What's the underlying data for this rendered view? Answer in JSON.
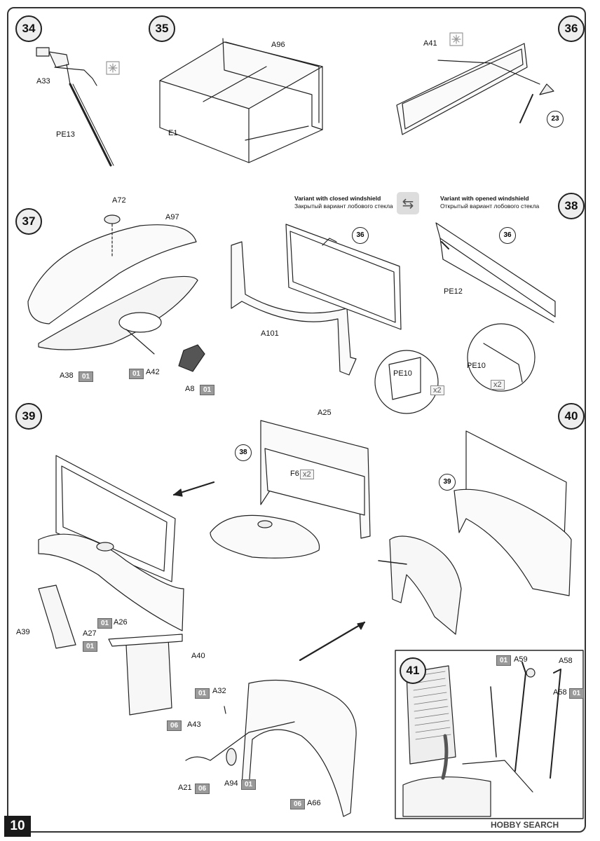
{
  "page_number": "10",
  "watermark": "HOBBY SEARCH",
  "steps": [
    "34",
    "35",
    "36",
    "37",
    "38",
    "39",
    "40",
    "41"
  ],
  "variant_closed": {
    "en": "Variant with closed windshield",
    "ru": "Закрытый вариант лобового стекла"
  },
  "variant_opened": {
    "en": "Variant with opened windshield",
    "ru": "Открытый вариант лобового стекла"
  },
  "parts": {
    "a33": "A33",
    "pe13": "PE13",
    "a96": "A96",
    "e1": "E1",
    "a41": "A41",
    "a72": "A72",
    "a97": "A97",
    "a38": "A38",
    "a42": "A42",
    "a8": "A8",
    "a101": "A101",
    "pe12": "PE12",
    "pe10": "PE10",
    "pe10b": "PE10",
    "a25": "A25",
    "f6": "F6",
    "a39": "A39",
    "a27": "A27",
    "a26": "A26",
    "a40": "A40",
    "a32": "A32",
    "a43": "A43",
    "a21": "A21",
    "a94": "A94",
    "a66": "A66",
    "a59": "A59",
    "a58": "A58",
    "a58b": "A58"
  },
  "refs": {
    "r23": "23",
    "r36a": "36",
    "r36b": "36",
    "r38": "38",
    "r39": "39"
  },
  "color_codes": {
    "a38": "01",
    "a42": "01",
    "a8": "01",
    "a27": "01",
    "a26": "01",
    "a32": "01",
    "a43": "06",
    "a21": "06",
    "a94": "01",
    "a66": "06",
    "a59": "01",
    "a58": "01"
  },
  "multipliers": {
    "pe10": "x2",
    "pe10b": "x2",
    "f6": "x2"
  }
}
